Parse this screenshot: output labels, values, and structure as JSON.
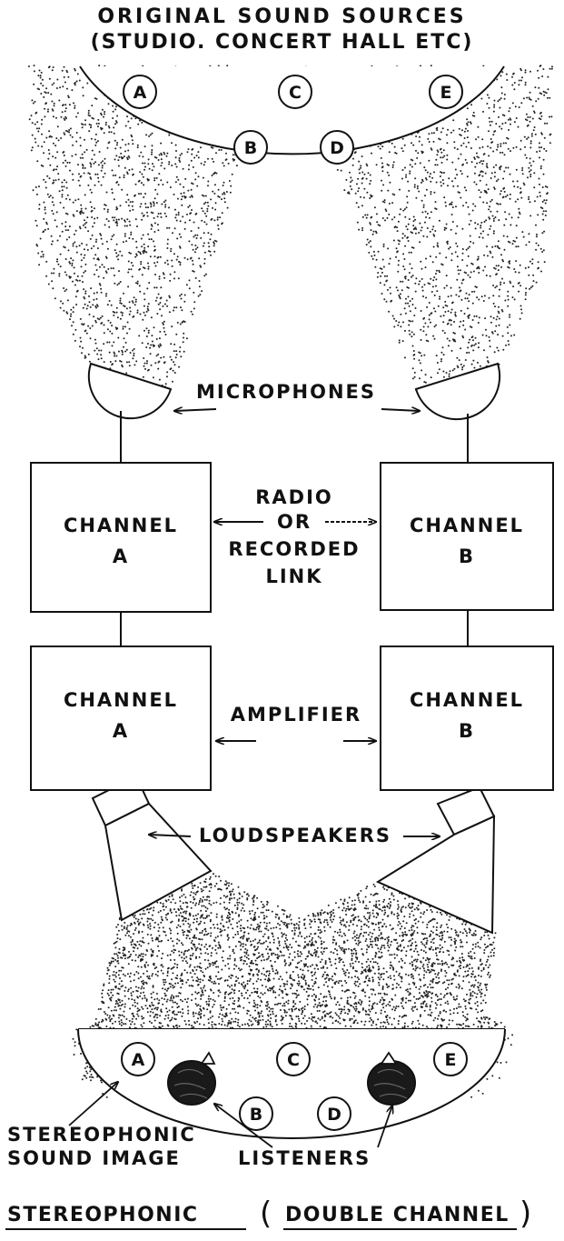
{
  "title": {
    "line1": "ORIGINAL SOUND SOURCES",
    "line2": "(STUDIO. CONCERT HALL ETC)"
  },
  "sources_top": [
    "A",
    "B",
    "C",
    "D",
    "E"
  ],
  "sources_bottom": [
    "A",
    "B",
    "C",
    "D",
    "E"
  ],
  "labels": {
    "microphones": "MICROPHONES",
    "link": [
      "RADIO",
      "OR",
      "RECORDED",
      "LINK"
    ],
    "amplifier": "AMPLIFIER",
    "loudspeakers": "LOUDSPEAKERS",
    "stereo_image": [
      "STEREOPHONIC",
      "SOUND IMAGE"
    ],
    "listeners": "LISTENERS"
  },
  "channels": {
    "link_a": [
      "CHANNEL",
      "A"
    ],
    "link_b": [
      "CHANNEL",
      "B"
    ],
    "amp_a": [
      "CHANNEL",
      "A"
    ],
    "amp_b": [
      "CHANNEL",
      "B"
    ]
  },
  "caption": {
    "word1": "STEREOPHONIC",
    "paren_open": "(",
    "word2": "DOUBLE CHANNEL",
    "paren_close": ")"
  },
  "colors": {
    "ink": "#111111",
    "paper": "#ffffff"
  }
}
